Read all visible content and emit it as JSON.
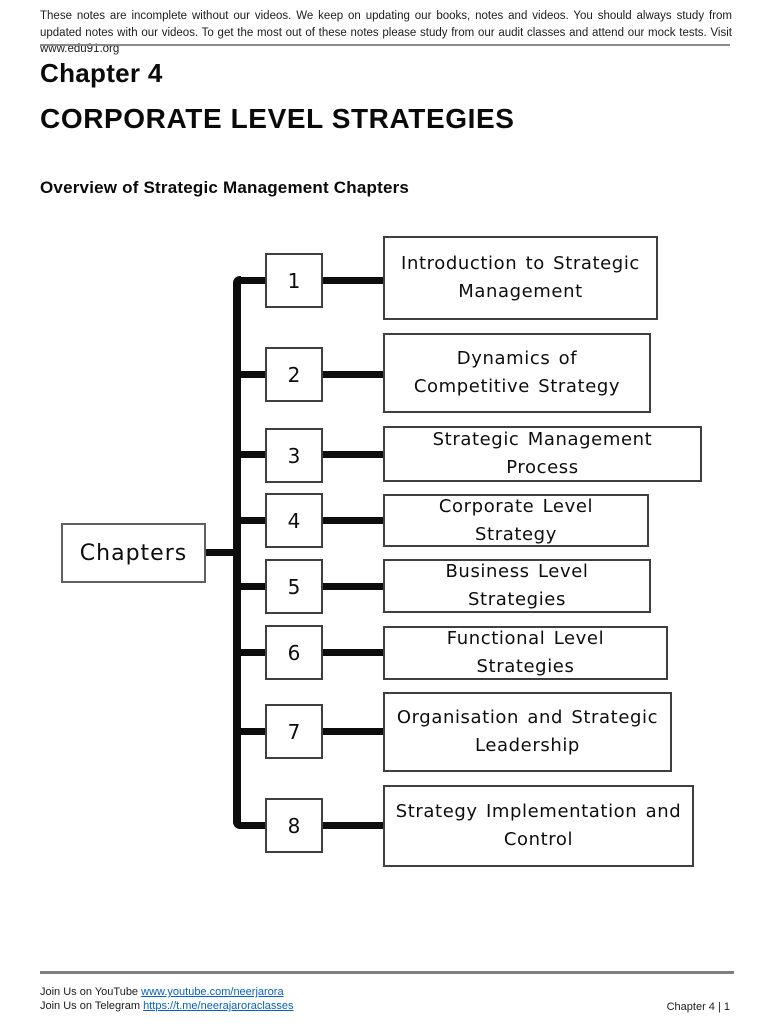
{
  "header": {
    "disclaimer": "These notes are incomplete without our videos. We keep on updating our books, notes and videos. You should always study from updated notes with our videos. To get the most out of these notes please study from our audit classes and attend our mock tests. Visit www.edu91.org"
  },
  "titles": {
    "chapter_heading": "Chapter 4",
    "main_heading": "CORPORATE LEVEL STRATEGIES",
    "section_heading": "Overview of Strategic Management Chapters"
  },
  "diagram": {
    "root_label": "Chapters",
    "chapters": [
      {
        "number": "1",
        "title": "Introduction to Strategic Management"
      },
      {
        "number": "2",
        "title": "Dynamics of Competitive Strategy"
      },
      {
        "number": "3",
        "title": "Strategic Management Process"
      },
      {
        "number": "4",
        "title": "Corporate Level Strategy"
      },
      {
        "number": "5",
        "title": "Business Level Strategies"
      },
      {
        "number": "6",
        "title": "Functional Level Strategies"
      },
      {
        "number": "7",
        "title": "Organisation and Strategic Leadership"
      },
      {
        "number": "8",
        "title": "Strategy Implementation and Control"
      }
    ]
  },
  "footer": {
    "youtube_prefix": "Join Us on YouTube ",
    "youtube_link": "www.youtube.com/neerjarora",
    "telegram_prefix": "Join Us on Telegram ",
    "telegram_link": "https://t.me/neerajaroraclasses",
    "page_label": "Chapter 4 |  1"
  },
  "colors": {
    "link_blue": "#0563C1",
    "line_black": "#0d0d0d",
    "box_border": "#3f3f3f",
    "rule_gray": "#7f7f7f"
  }
}
